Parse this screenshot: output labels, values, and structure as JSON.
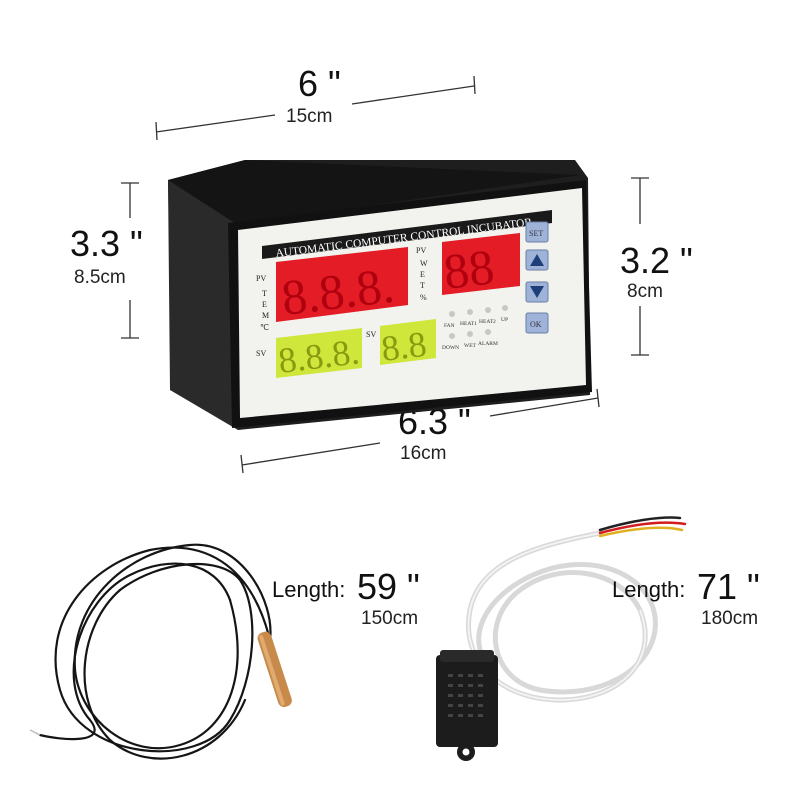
{
  "dimensions": {
    "top_width": {
      "inches": "6 \"",
      "cm": "15cm"
    },
    "left_height": {
      "inches": "3.3 \"",
      "cm": "8.5cm"
    },
    "right_height": {
      "inches": "3.2 \"",
      "cm": "8cm"
    },
    "bottom_width": {
      "inches": "6.3 \"",
      "cm": "16cm"
    }
  },
  "controller": {
    "title": "AUTOMATIC COMPUTER CONTROL INCUBATOR",
    "pv": "PV",
    "sv": "SV",
    "tem": [
      "T",
      "E",
      "M",
      "℃"
    ],
    "wet": [
      "W",
      "E",
      "T",
      "%"
    ],
    "buttons": {
      "set": "SET",
      "ok": "OK"
    },
    "indicators_row1": [
      "FAN",
      "HEAT1",
      "HEAT2",
      "UP"
    ],
    "indicators_row2": [
      "DOWN",
      "WET",
      "ALARM"
    ],
    "colors": {
      "pv_display": "#e31c25",
      "sv_display": "#cfe63a",
      "panel": "#f2f2ee",
      "body": "#1b1b1b",
      "button": "#9fb3d8"
    }
  },
  "temp_probe": {
    "label": "Length:",
    "inches": "59 \"",
    "cm": "150cm"
  },
  "humidity_probe": {
    "label": "Length:",
    "inches": "71 \"",
    "cm": "180cm"
  }
}
